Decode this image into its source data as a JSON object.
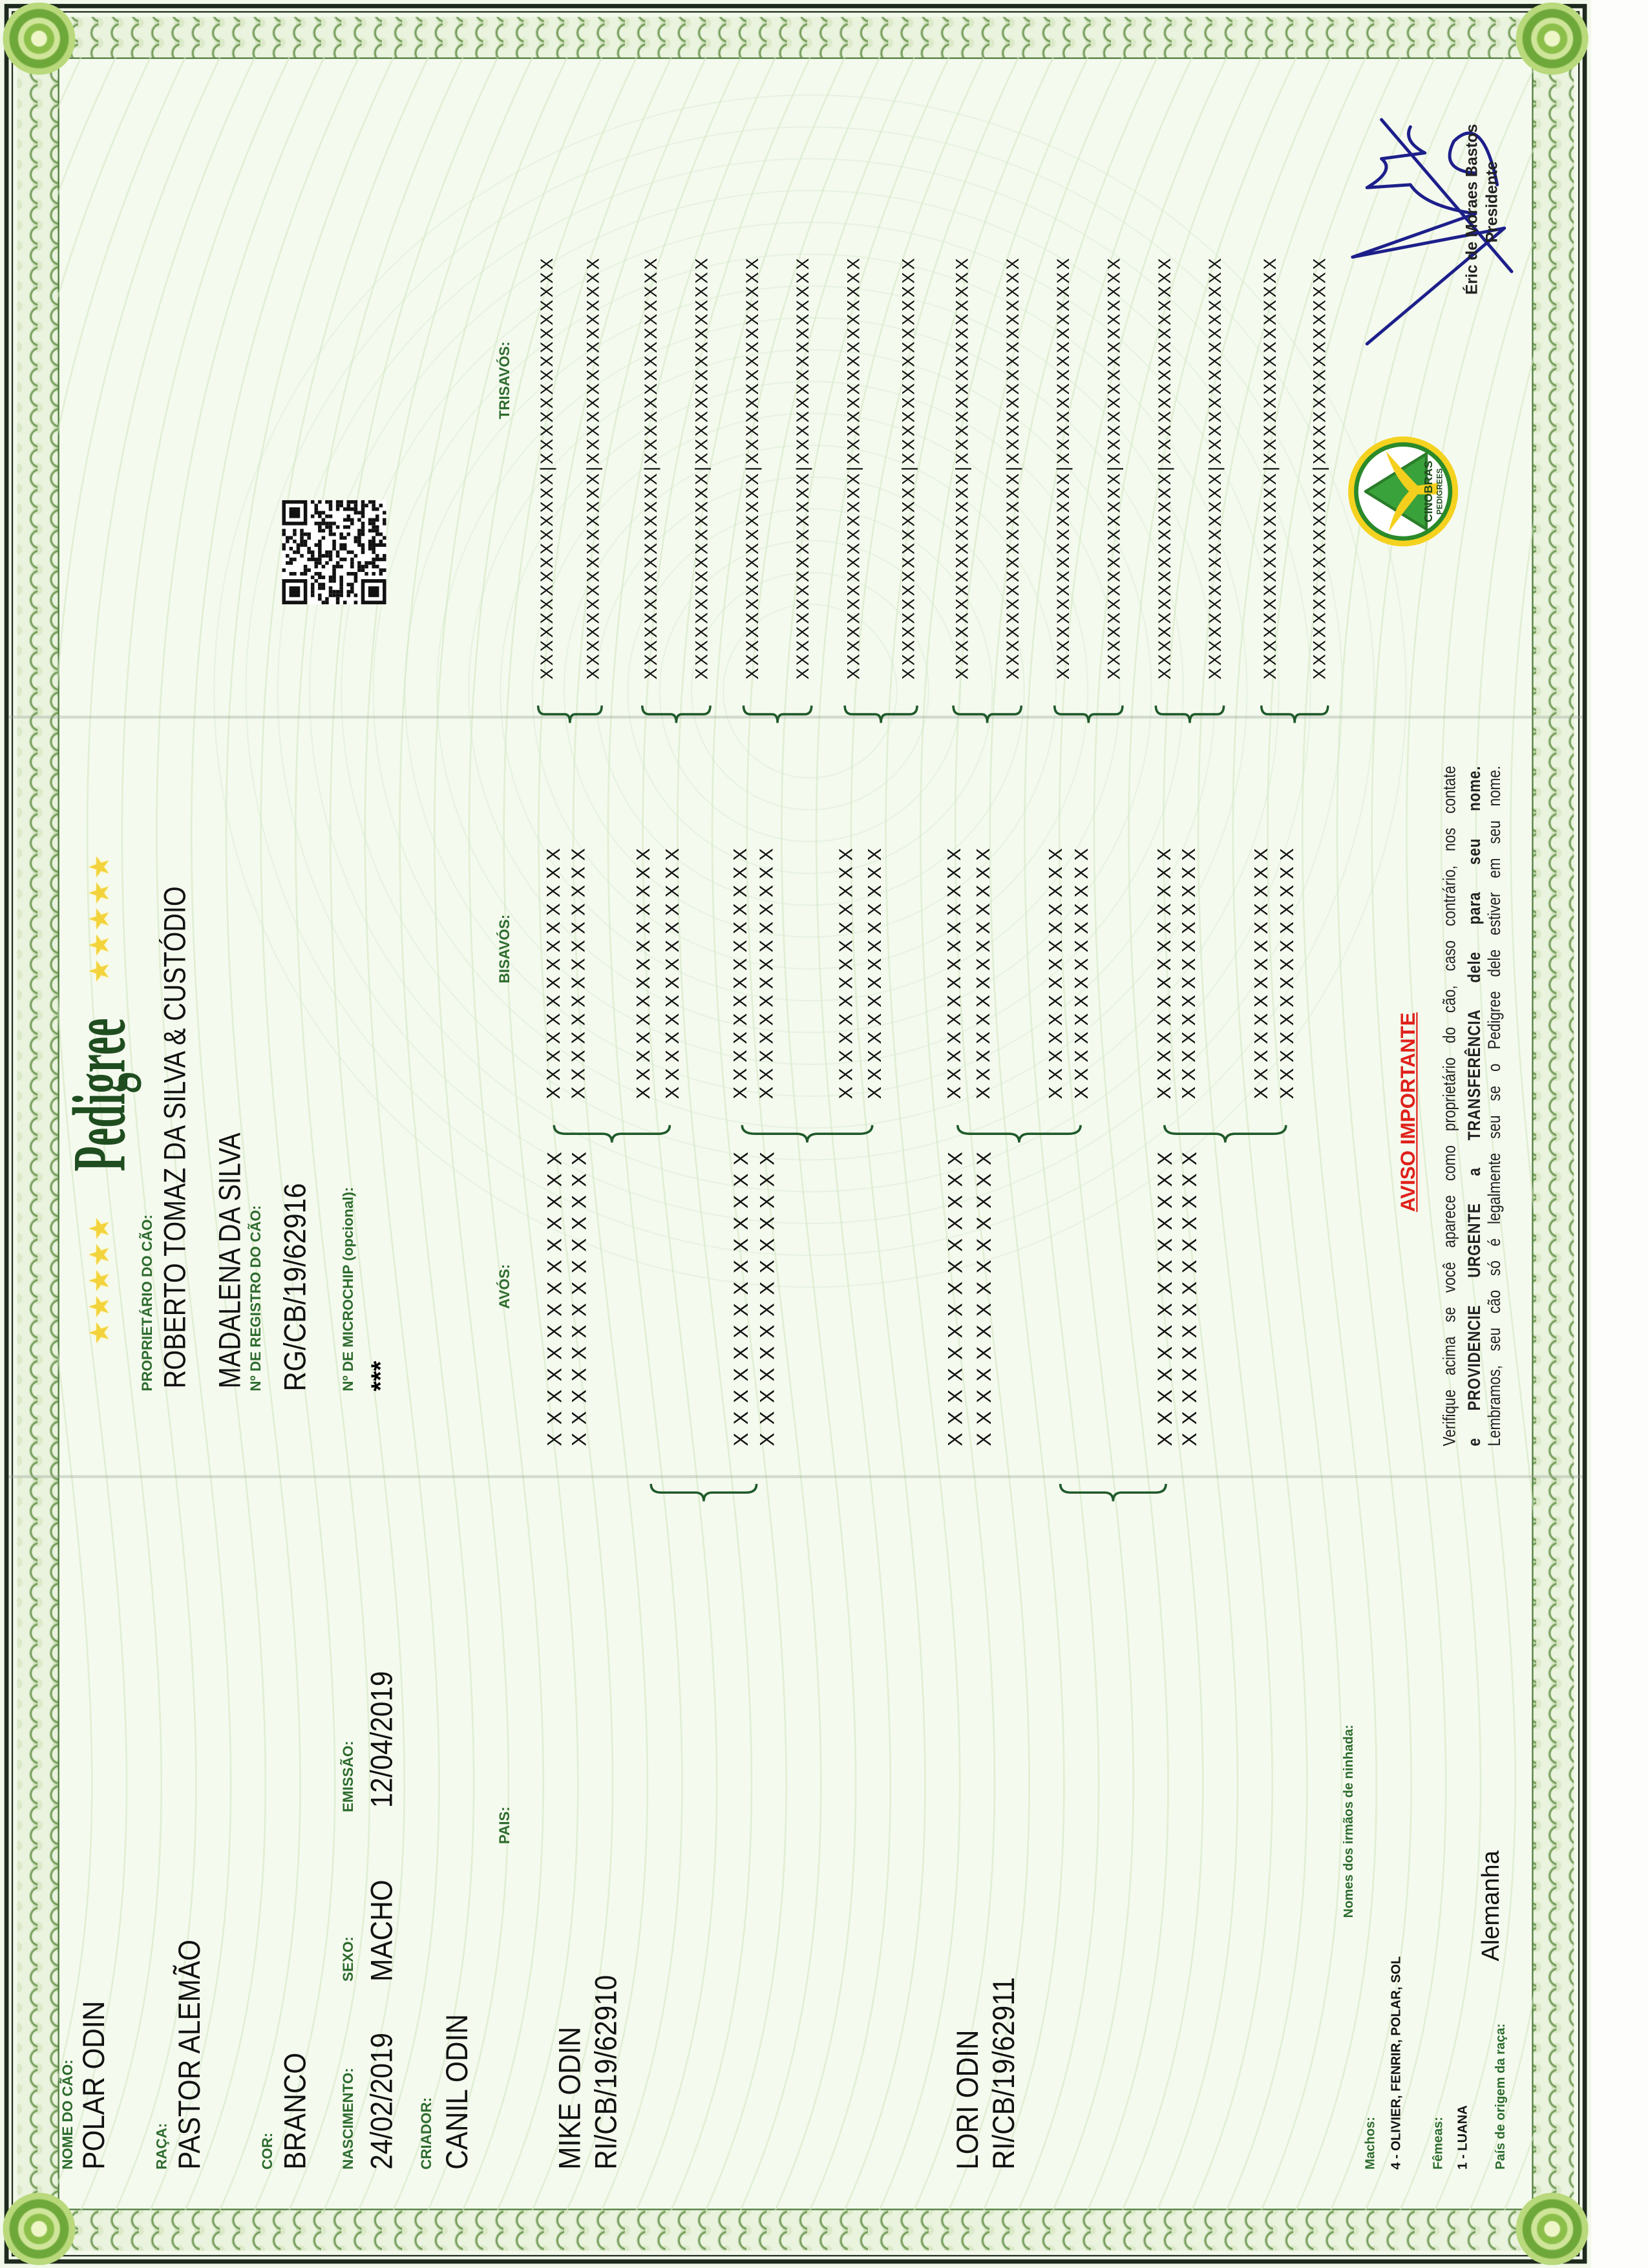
{
  "dog": {
    "name_label": "NOME DO CÃO:",
    "name": "POLAR ODIN",
    "breed_label": "RAÇA:",
    "breed": "PASTOR ALEMÃO",
    "color_label": "COR:",
    "color": "BRANCO",
    "birth_label": "NASCIMENTO:",
    "birth": "24/02/2019",
    "sex_label": "SEXO:",
    "sex": "MACHO",
    "issue_label": "EMISSÃO:",
    "issue": "12/04/2019",
    "breeder_label": "CRIADOR:",
    "breeder": "CANIL ODIN"
  },
  "header": {
    "title": "Pedigree",
    "owner_label": "PROPRIETÁRIO DO CÃO:",
    "owner": "ROBERTO TOMAZ DA SILVA & CUSTÓDIO",
    "co_owner": "MADALENA DA SILVA",
    "registration_label": "Nº DE REGISTRO DO CÃO:",
    "registration": "RG/CB/19/62916",
    "microchip_label": "Nº DE MICROCHIP (opcional):",
    "microchip": "***"
  },
  "pedigree": {
    "pais_label": "PAIS:",
    "avos_label": "AVÓS:",
    "bisavos_label": "BISAVÓS:",
    "trisavos_label": "TRISAVÓS:",
    "pais": [
      {
        "name": "MIKE ODIN",
        "registration": "RI/CB/19/62910"
      },
      {
        "name": "LORI ODIN",
        "registration": "RI/CB/19/62911"
      }
    ],
    "avos": [
      "XXXXXXXXXXXXXX",
      "XXXXXXXXXXXXXX",
      "XXXXXXXXXXXXXX",
      "XXXXXXXXXXXXXX",
      "XXXXXXXXXXXXXX",
      "XXXXXXXXXXXXXX",
      "XXXXXXXXXXXXXX",
      "XXXXXXXXXXXXXX"
    ],
    "bisavos": [
      "XXXXXXXXXXXXXX",
      "XXXXXXXXXXXXXX",
      "XXXXXXXXXXXXXX",
      "XXXXXXXXXXXXXX",
      "XXXXXXXXXXXXXX",
      "XXXXXXXXXXXXXX",
      "XXXXXXXXXXXXXX",
      "XXXXXXXXXXXXXX",
      "XXXXXXXXXXXXXX",
      "XXXXXXXXXXXXXX",
      "XXXXXXXXXXXXXX",
      "XXXXXXXXXXXXXX",
      "XXXXXXXXXXXXXX",
      "XXXXXXXXXXXXXX",
      "XXXXXXXXXXXXXX",
      "XXXXXXXXXXXXXX"
    ],
    "trisavos": [
      "XXXXXXXXXXXXXXX|XXXXXXXXXXXXXXX",
      "XXXXXXXXXXXXXXX|XXXXXXXXXXXXXXX",
      "XXXXXXXXXXXXXXX|XXXXXXXXXXXXXXX",
      "XXXXXXXXXXXXXXX|XXXXXXXXXXXXXXX",
      "XXXXXXXXXXXXXXX|XXXXXXXXXXXXXXX",
      "XXXXXXXXXXXXXXX|XXXXXXXXXXXXXXX",
      "XXXXXXXXXXXXXXX|XXXXXXXXXXXXXXX",
      "XXXXXXXXXXXXXXX|XXXXXXXXXXXXXXX",
      "XXXXXXXXXXXXXXX|XXXXXXXXXXXXXXX",
      "XXXXXXXXXXXXXXX|XXXXXXXXXXXXXXX",
      "XXXXXXXXXXXXXXX|XXXXXXXXXXXXXXX",
      "XXXXXXXXXXXXXXX|XXXXXXXXXXXXXXX",
      "XXXXXXXXXXXXXXX|XXXXXXXXXXXXXXX",
      "XXXXXXXXXXXXXXX|XXXXXXXXXXXXXXX",
      "XXXXXXXXXXXXXXX|XXXXXXXXXXXXXXX",
      "XXXXXXXXXXXXXXX|XXXXXXXXXXXXXXX"
    ]
  },
  "litter": {
    "siblings_label": "Nomes dos irmãos de ninhada:",
    "males_label": "Machos:",
    "males": "4 - OLIVIER, FENRIR, POLAR, SOL",
    "females_label": "Fêmeas:",
    "females": "1 - LUANA",
    "origin_label": "País de origem da raça:",
    "origin": "Alemanha"
  },
  "notice": {
    "title": "AVISO IMPORTANTE",
    "line1": "Verifique acima se você aparece como proprietário do cão, caso contrário, nos contate",
    "line2": "e PROVIDENCIE URGENTE a TRANSFERÊNCIA dele para seu nome.",
    "line3": "Lembramos, seu cão só é legalmente seu se o Pedigree dele estiver em seu nome."
  },
  "logo": {
    "name": "CINOBRAS",
    "sub": "PEDIGREES"
  },
  "signature": {
    "name": "Éric de Moraes Bastos",
    "role": "Presidente"
  },
  "colors": {
    "label_green": "#2d6b2d",
    "alert_red": "#e0201a",
    "star_yellow": "#f3d33c",
    "signature_blue": "#1c1f8a"
  }
}
